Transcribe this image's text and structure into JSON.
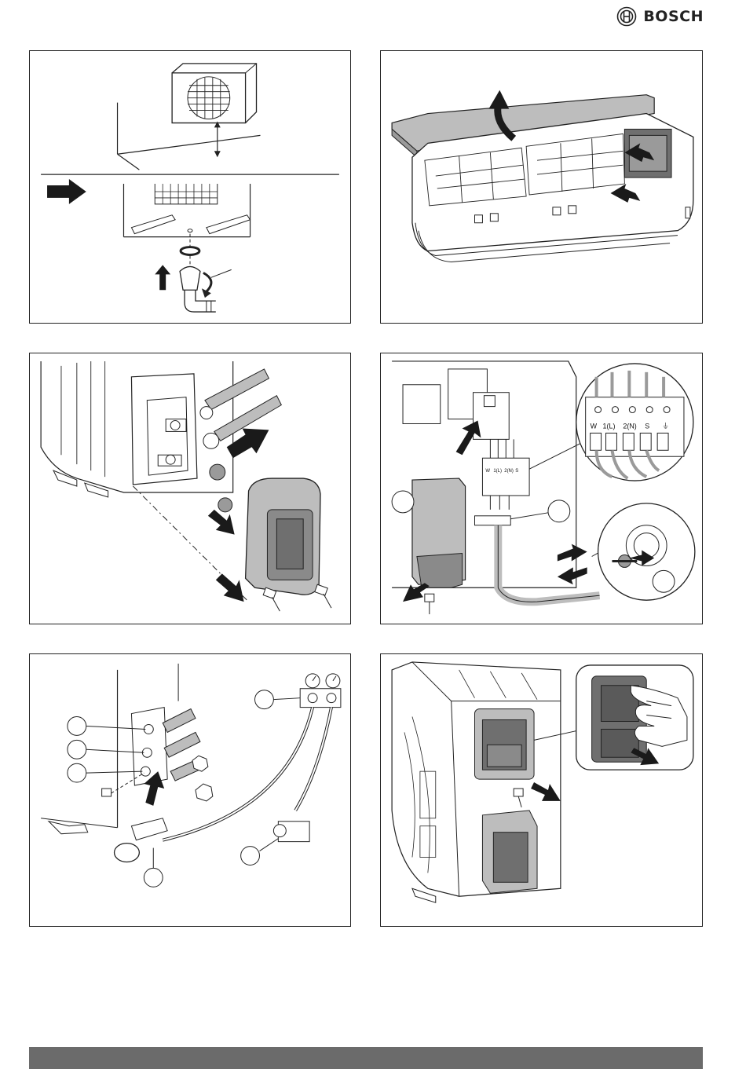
{
  "header": {
    "brand_name": "BOSCH",
    "brand_icon": "bosch-armature-icon"
  },
  "figures": [
    {
      "id": "drain-elbow",
      "icon": "outdoor-unit-drain-elbow-illustration"
    },
    {
      "id": "front-panel",
      "icon": "indoor-unit-open-front-panel-illustration"
    },
    {
      "id": "valve-cover",
      "icon": "outdoor-unit-valve-cover-removal-illustration"
    },
    {
      "id": "wiring",
      "icon": "terminal-block-wiring-illustration"
    },
    {
      "id": "gauge",
      "icon": "manifold-gauge-connection-illustration"
    },
    {
      "id": "cover-remove",
      "icon": "outdoor-unit-cover-removal-illustration"
    }
  ],
  "terminal_labels": [
    "W",
    "1(L)",
    "2(N)",
    "S",
    "⏚"
  ],
  "colors": {
    "line": "#222222",
    "arrow": "#1a1a1a",
    "grey_fill": "#bdbdbd",
    "dark_fill": "#6f6f6f",
    "footer": "#6b6b6b"
  }
}
